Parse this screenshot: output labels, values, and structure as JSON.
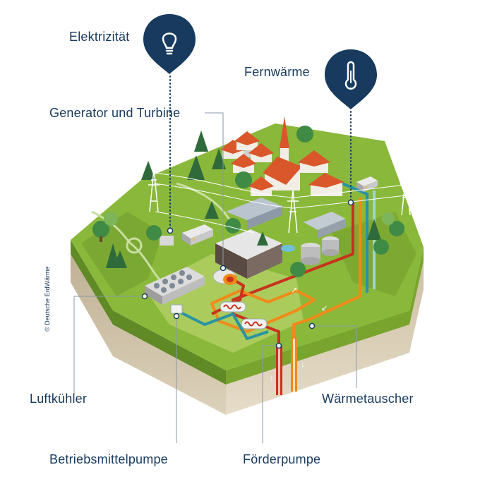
{
  "labels": {
    "electricity": "Elektrizität",
    "district_heating": "Fernwärme",
    "generator_turbine": "Generator und Turbine",
    "air_cooler": "Luftkühler",
    "working_fluid_pump": "Betriebsmittelpumpe",
    "production_pump": "Förderpumpe",
    "heat_exchanger": "Wärmetauscher"
  },
  "credit": "© Deutsche ErdWärme",
  "colors": {
    "label_text": "#173a5e",
    "marker_fill": "#173a5e",
    "grass": "#8ab83a",
    "grass_dark": "#6f9a2c",
    "soil": "#d9cdb5",
    "pipe_hot": "#c8321e",
    "pipe_orange": "#f08a18",
    "pipe_teal": "#2a93a2",
    "pipe_cool": "#9fd3cf"
  },
  "icons": [
    "lightbulb-icon",
    "thermometer-icon"
  ]
}
